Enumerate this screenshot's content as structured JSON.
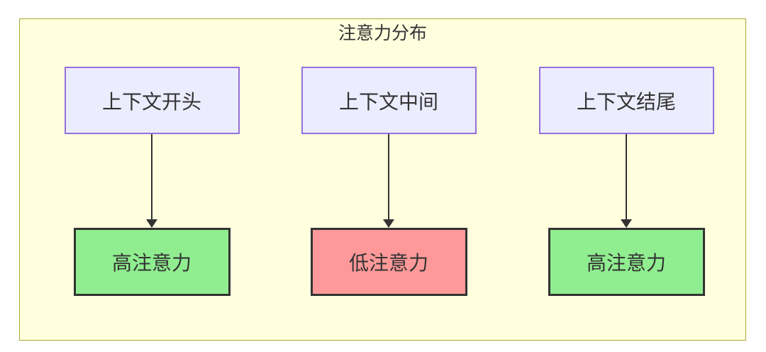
{
  "diagram": {
    "title": "注意力分布",
    "columns": [
      {
        "source": "上下文开头",
        "target": "高注意力",
        "level": "high"
      },
      {
        "source": "上下文中间",
        "target": "低注意力",
        "level": "low"
      },
      {
        "source": "上下文结尾",
        "target": "高注意力",
        "level": "high"
      }
    ],
    "colors": {
      "cluster_bg": "#FFFFDE",
      "cluster_border": "#AAAA33",
      "source_bg": "#ECECFF",
      "source_border": "#9370DB",
      "high_bg": "#90EE90",
      "low_bg": "#FF9999",
      "node_border": "#333333",
      "arrow": "#333333",
      "text": "#333333"
    }
  }
}
